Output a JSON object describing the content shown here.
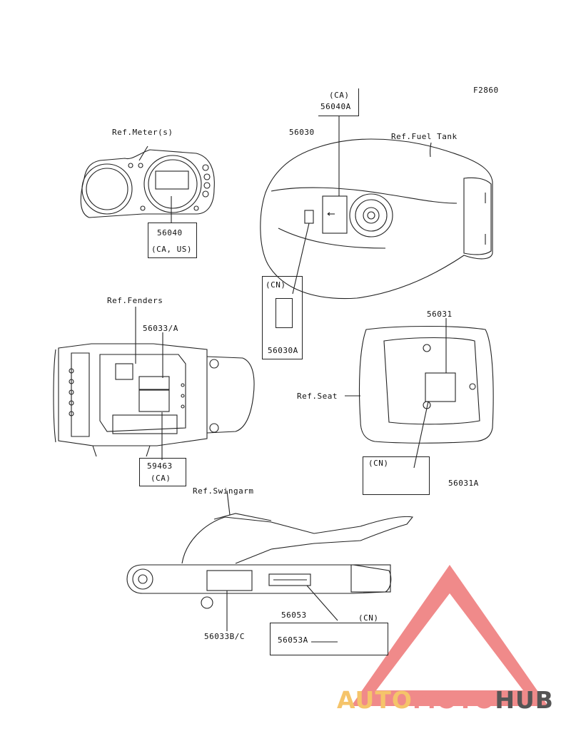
{
  "figure_id": "F2860",
  "labels": {
    "ref_meter": "Ref.Meter(s)",
    "ref_fuel_tank": "Ref.Fuel Tank",
    "ref_fenders": "Ref.Fenders",
    "ref_seat": "Ref.Seat",
    "ref_swingarm": "Ref.Swingarm"
  },
  "parts": {
    "p56040A_region": "(CA)",
    "p56040A": "56040A",
    "p56030": "56030",
    "p56040": "56040",
    "p56040_region": "(CA, US)",
    "p56030A_region": "(CN)",
    "p56030A": "56030A",
    "p56033A": "56033/A",
    "p59463": "59463",
    "p59463_region": "(CA)",
    "p56031": "56031",
    "p56031A_region": "(CN)",
    "p56031A": "56031A",
    "p56053": "56053",
    "p56053A_region": "(CN)",
    "p56053A": "56053A",
    "p56033BC": "56033B/C"
  },
  "watermark": {
    "part1": "AUTO",
    "part2": "MOTO",
    "part3": "HUB",
    "color_auto": "#f5c46a",
    "color_moto": "#f08a8a",
    "color_hub": "#555555",
    "triangle_color": "#f08a8a"
  }
}
